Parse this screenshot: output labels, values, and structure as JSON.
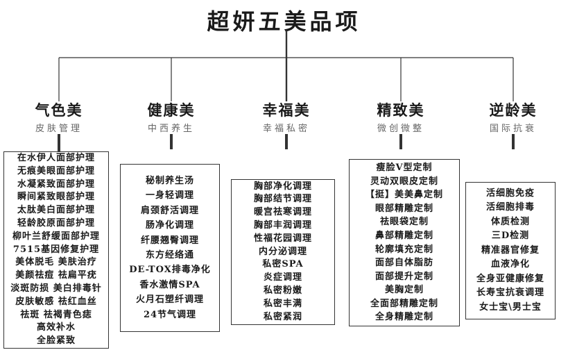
{
  "title": "超妍五美品项",
  "colors": {
    "text": "#1a1a1a",
    "subtitle": "#666666",
    "line": "#333333",
    "background": "#ffffff"
  },
  "branches": [
    {
      "name": "气色美",
      "subtitle": "皮肤管理",
      "items": [
        "在水伊人面部护理",
        "无痕美眼面部护理",
        "水凝紧致面部护理",
        "瞬间紧致眼部护理",
        "太肽美白面部护理",
        "轻龄胶原面部护理",
        "柳叶兰舒缓面部护理",
        "7515基因修复护理",
        "美体脱毛 美肤治疗",
        "美颜祛痘 祛扁平疣",
        "淡斑防损 美白排毒针",
        "皮肤敏感 祛红血丝",
        "祛斑  祛褐青色痣",
        "高效补水",
        "全脸紧致"
      ]
    },
    {
      "name": "健康美",
      "subtitle": "中西养生",
      "items": [
        "秘制养生汤",
        "一身轻调理",
        "肩颈舒活调理",
        "肠净化调理",
        "纤腰翘臀调理",
        "东方经络通",
        "DE-TOX排毒净化",
        "香水激情SPA",
        "火月石塑纤调理",
        "24节气调理"
      ]
    },
    {
      "name": "幸福美",
      "subtitle": "幸福私密",
      "items": [
        "胸部净化调理",
        "胸部结节调理",
        "暖宫祛寒调理",
        "胸部丰润调理",
        "性福花园调理",
        "内分泌调理",
        "私密SPA",
        "炎症调理",
        "私密粉嫩",
        "私密丰满",
        "私密紧润"
      ]
    },
    {
      "name": "精致美",
      "subtitle": "微创微整",
      "items": [
        "瘦脸V型定制",
        "灵动双眼皮定制",
        "【挺】美美鼻定制",
        "眼部精雕定制",
        "祛眼袋定制",
        "鼻部精雕定制",
        "轮廓填充定制",
        "面部自体脂肪",
        "面部提升定制",
        "美胸定制",
        "全面部精雕定制",
        "全身精雕定制"
      ]
    },
    {
      "name": "逆龄美",
      "subtitle": "国际抗衰",
      "items": [
        "活细胞免疫",
        "活细胞排毒",
        "体质检测",
        "三D检测",
        "精准器官修复",
        "血液净化",
        "全身亚健康修复",
        "长寿宝抗衰调理",
        "女士宝\\男士宝"
      ]
    }
  ]
}
